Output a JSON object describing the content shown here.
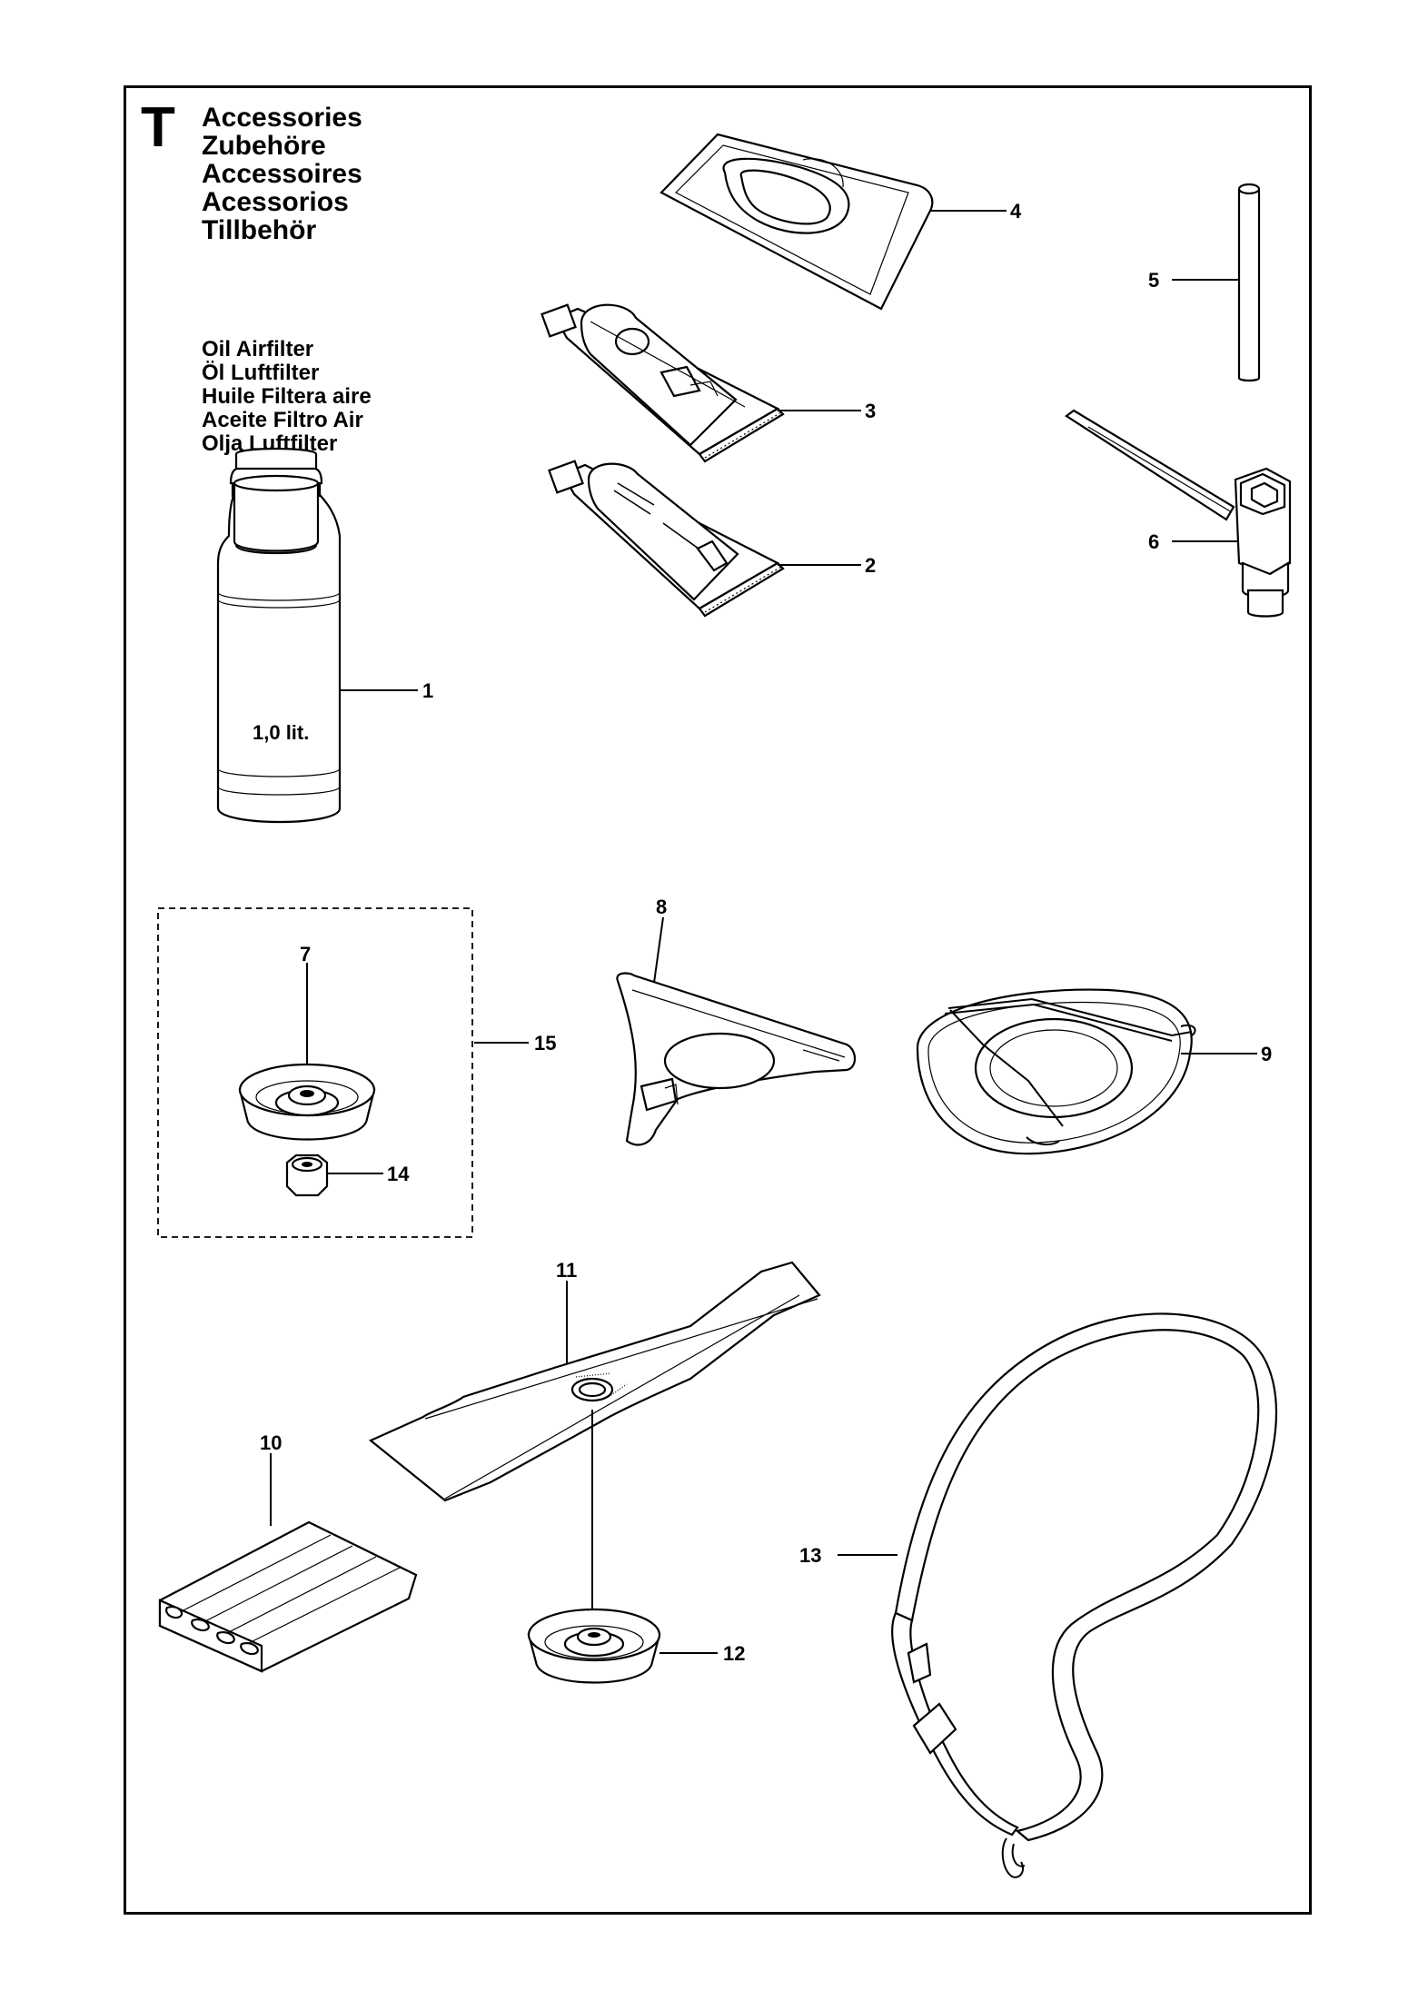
{
  "section": {
    "letter": "T"
  },
  "title_lines": [
    "Accessories",
    "Zubehöre",
    "Accessoires",
    "Acessorios",
    "Tillbehör"
  ],
  "oil_lines": [
    "Oil Airfilter",
    "Öl Luftfilter",
    "Huile Filtera aire",
    "Aceite Filtro Air",
    "Olja Luftfilter"
  ],
  "bottle_label": "1,0 lit.",
  "callouts": [
    {
      "id": "1",
      "label": "1"
    },
    {
      "id": "2",
      "label": "2"
    },
    {
      "id": "3",
      "label": "3"
    },
    {
      "id": "4",
      "label": "4"
    },
    {
      "id": "5",
      "label": "5"
    },
    {
      "id": "6",
      "label": "6"
    },
    {
      "id": "7",
      "label": "7"
    },
    {
      "id": "8",
      "label": "8"
    },
    {
      "id": "9",
      "label": "9"
    },
    {
      "id": "10",
      "label": "10"
    },
    {
      "id": "11",
      "label": "11"
    },
    {
      "id": "12",
      "label": "12"
    },
    {
      "id": "13",
      "label": "13"
    },
    {
      "id": "14",
      "label": "14"
    },
    {
      "id": "15",
      "label": "15"
    }
  ]
}
